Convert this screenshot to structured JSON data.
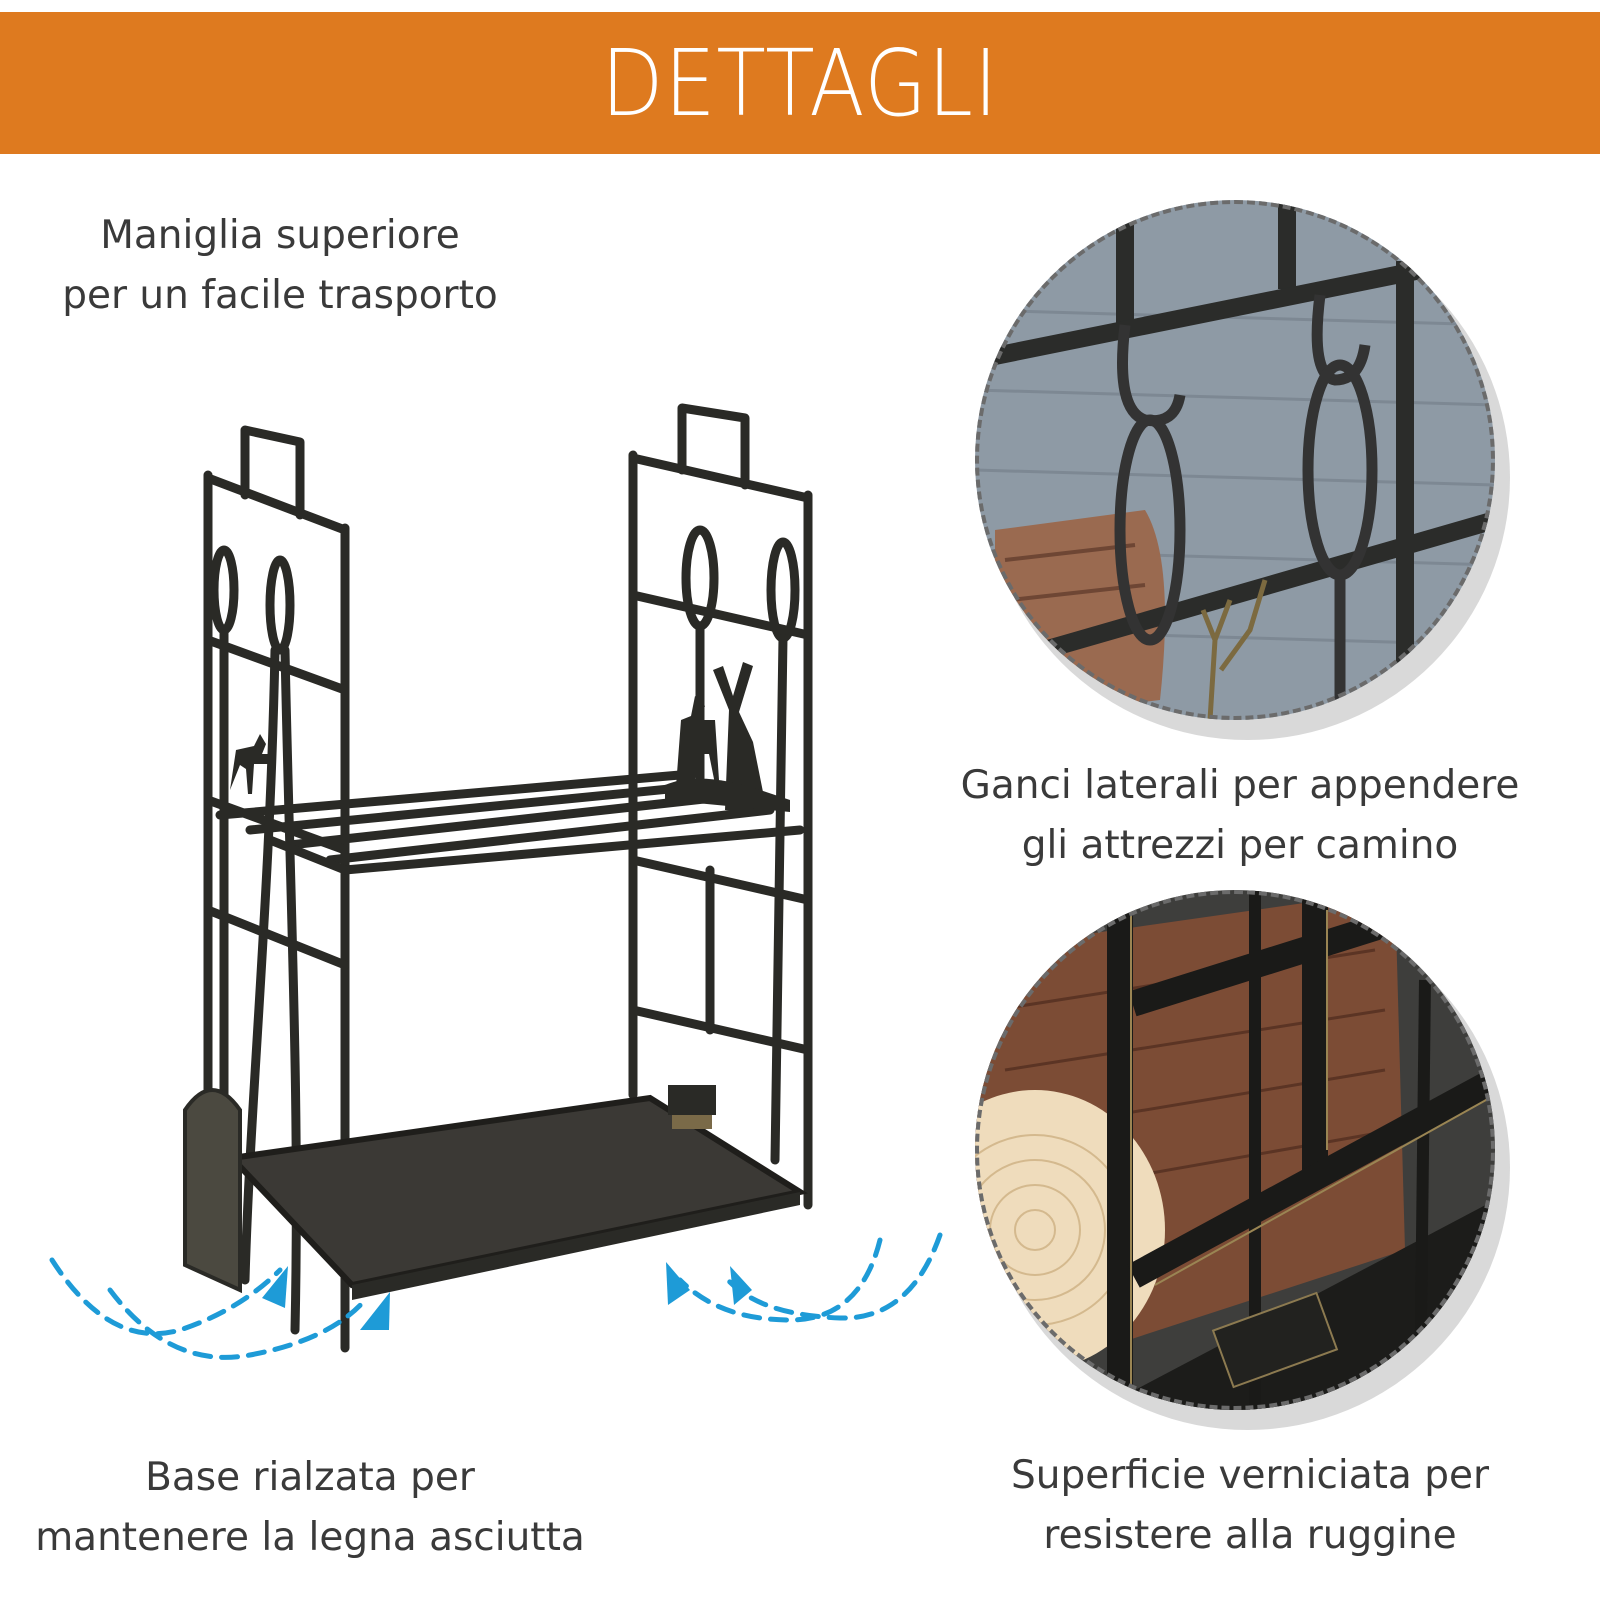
{
  "banner": {
    "title": "DETTAGLI",
    "background_color": "#DE7A1F",
    "text_color": "#FFFFFF"
  },
  "features": [
    {
      "id": "handle",
      "lines": [
        "Maniglia superiore",
        "per un facile trasporto"
      ]
    },
    {
      "id": "hooks",
      "lines": [
        "Ganci laterali per appendere",
        "gli attrezzi per camino"
      ]
    },
    {
      "id": "raised-base",
      "lines": [
        "Base rialzata per",
        "mantenere la legna asciutta"
      ]
    },
    {
      "id": "coating",
      "lines": [
        "Superficie verniciata per",
        "resistere alla ruggine"
      ]
    }
  ],
  "images": {
    "product": "firewood-rack-with-fireplace-tools",
    "detail_top": "hooks-closeup",
    "detail_bottom": "logs-and-frame-closeup"
  },
  "colors": {
    "arrow": "#1E9BD7",
    "metal": "#2a2a26",
    "gold_accent": "#b59a55",
    "wall": "#8e9aa5",
    "bark": "#8a5a42",
    "wood_end": "#efdcbc"
  }
}
